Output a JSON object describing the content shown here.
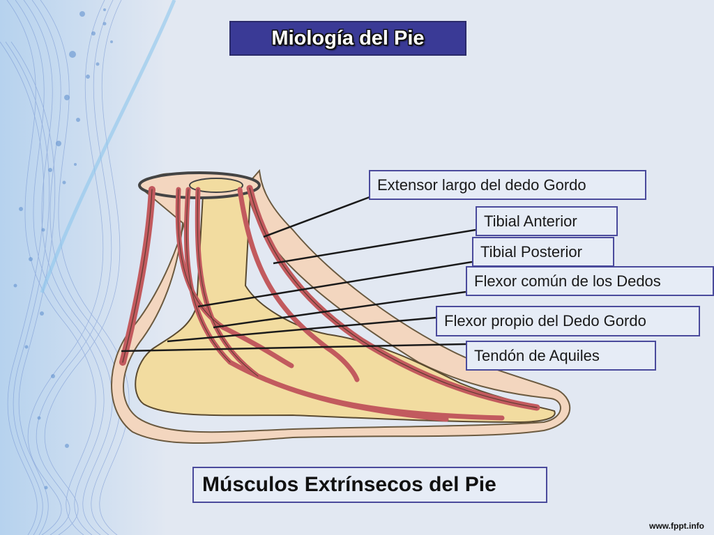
{
  "slide": {
    "title": "Miología del Pie",
    "caption": "Músculos Extrínsecos del Pie",
    "footer": "www.fppt.info"
  },
  "labels": [
    {
      "id": "extensor-largo-dedo-gordo",
      "text": "Extensor largo del dedo Gordo"
    },
    {
      "id": "tibial-anterior",
      "text": "Tibial Anterior"
    },
    {
      "id": "tibial-posterior",
      "text": "Tibial Posterior"
    },
    {
      "id": "flexor-comun-dedos",
      "text": "Flexor común de los Dedos"
    },
    {
      "id": "flexor-propio-dedo-gordo",
      "text": "Flexor propio del Dedo Gordo"
    },
    {
      "id": "tendon-aquiles",
      "text": "Tendón de Aquiles"
    }
  ],
  "colors": {
    "title_bg": "#3a3a96",
    "box_border": "#4a4a9c",
    "bone": "#f2dca0",
    "skin": "#f3d6bf",
    "muscle": "#c25a5e"
  }
}
